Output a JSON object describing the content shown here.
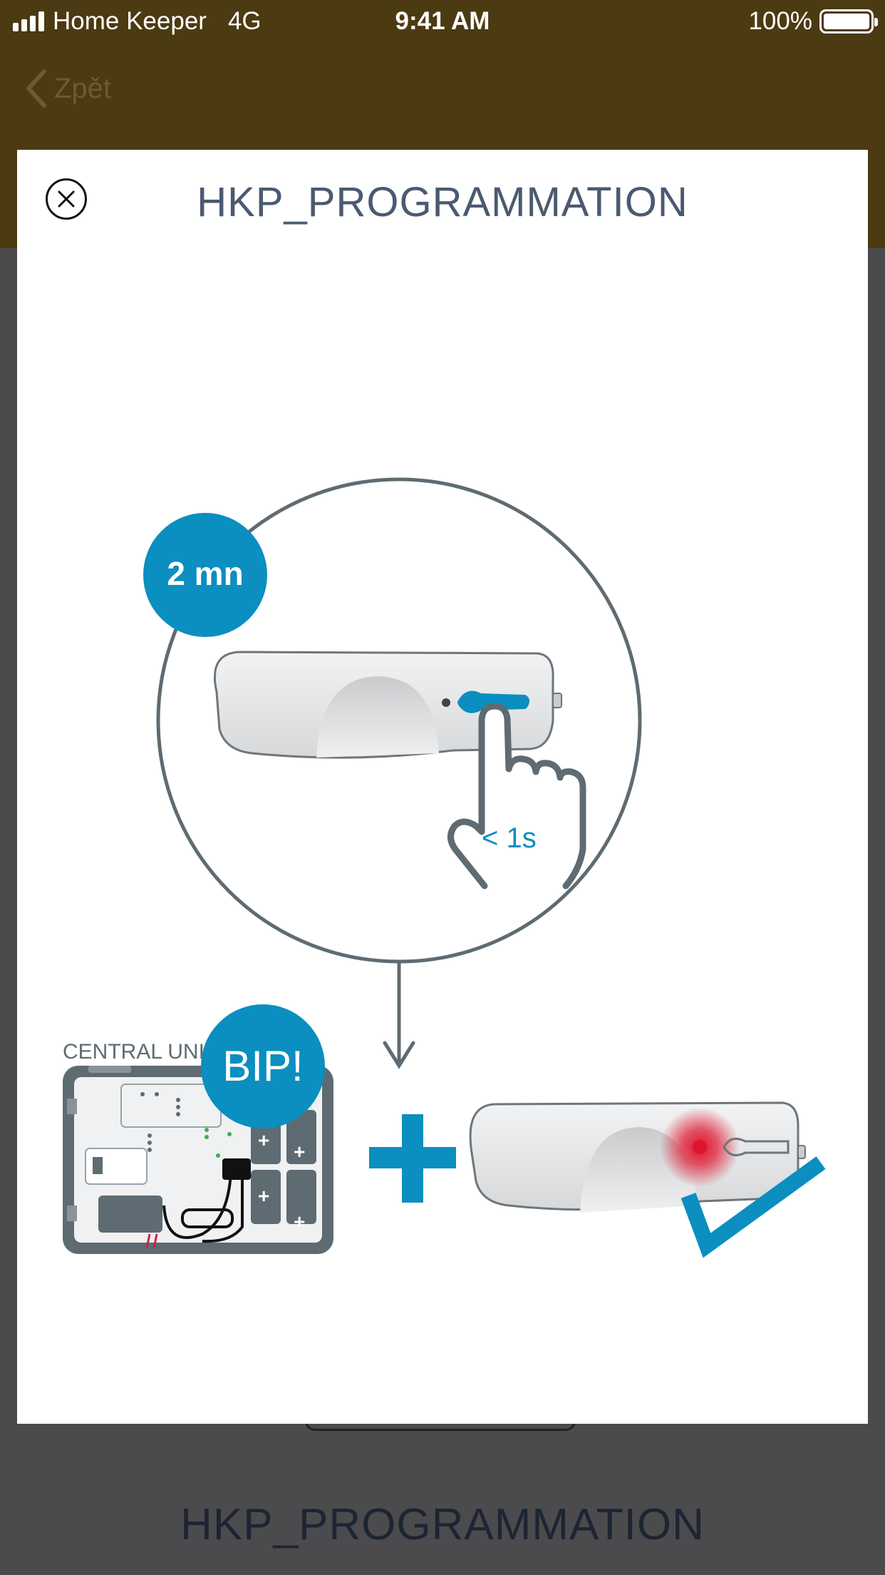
{
  "status_bar": {
    "carrier": "Home Keeper",
    "network": "4G",
    "time": "9:41 AM",
    "battery_percent": "100%",
    "battery_level": 1.0
  },
  "nav": {
    "back_label": "Zpět"
  },
  "modal": {
    "title": "HKP_PROGRAMMATION",
    "illustration": {
      "timer_badge": "2 mn",
      "press_duration": "< 1s",
      "central_unit_label": "CENTRAL UNIT",
      "beep_badge": "BIP!",
      "accent_color": "#0b8ec0",
      "line_color": "#5f6b72",
      "led_color": "#e0142c"
    }
  },
  "background_page": {
    "title": "HKP_PROGRAMMATION"
  },
  "colors": {
    "header": "#4c3a12",
    "overlay": "#4b4b4d",
    "modal_bg": "#ffffff"
  }
}
